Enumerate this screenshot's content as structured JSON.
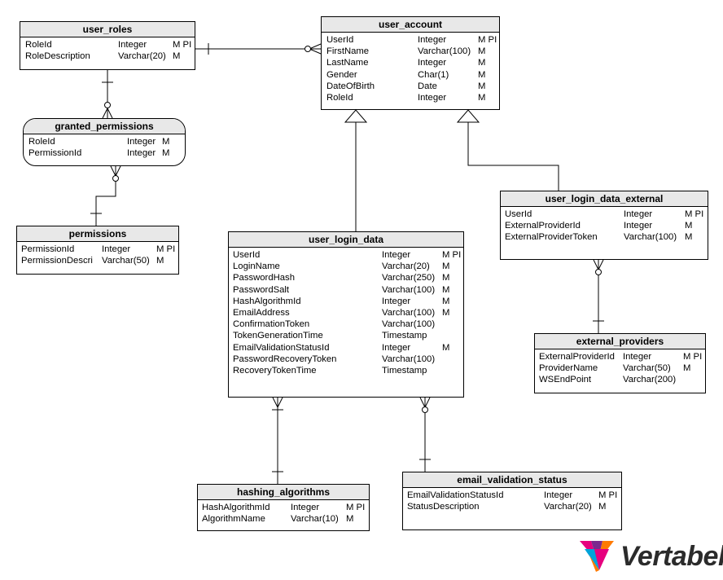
{
  "entities": {
    "user_roles": {
      "title": "user_roles",
      "rows": [
        {
          "name": "RoleId",
          "type": "Integer",
          "flags": "M PI"
        },
        {
          "name": "RoleDescription",
          "type": "Varchar(20)",
          "flags": "M"
        }
      ]
    },
    "user_account": {
      "title": "user_account",
      "rows": [
        {
          "name": "UserId",
          "type": "Integer",
          "flags": "M PI"
        },
        {
          "name": "FirstName",
          "type": "Varchar(100)",
          "flags": "M"
        },
        {
          "name": "LastName",
          "type": "Integer",
          "flags": "M"
        },
        {
          "name": "Gender",
          "type": "Char(1)",
          "flags": "M"
        },
        {
          "name": "DateOfBirth",
          "type": "Date",
          "flags": "M"
        },
        {
          "name": "RoleId",
          "type": "Integer",
          "flags": "M"
        }
      ]
    },
    "granted_permissions": {
      "title": "granted_permissions",
      "rows": [
        {
          "name": "RoleId",
          "type": "Integer",
          "flags": "M"
        },
        {
          "name": "PermissionId",
          "type": "Integer",
          "flags": "M"
        }
      ]
    },
    "permissions": {
      "title": "permissions",
      "rows": [
        {
          "name": "PermissionId",
          "type": "Integer",
          "flags": "M PI"
        },
        {
          "name": "PermissionDescri",
          "type": "Varchar(50)",
          "flags": "M"
        }
      ]
    },
    "user_login_data": {
      "title": "user_login_data",
      "rows": [
        {
          "name": "UserId",
          "type": "Integer",
          "flags": "M PI"
        },
        {
          "name": "LoginName",
          "type": "Varchar(20)",
          "flags": "M"
        },
        {
          "name": "PasswordHash",
          "type": "Varchar(250)",
          "flags": "M"
        },
        {
          "name": "PasswordSalt",
          "type": "Varchar(100)",
          "flags": "M"
        },
        {
          "name": "HashAlgorithmId",
          "type": "Integer",
          "flags": "M"
        },
        {
          "name": "EmailAddress",
          "type": "Varchar(100)",
          "flags": "M"
        },
        {
          "name": "ConfirmationToken",
          "type": "Varchar(100)",
          "flags": ""
        },
        {
          "name": "TokenGenerationTime",
          "type": "Timestamp",
          "flags": ""
        },
        {
          "name": "EmailValidationStatusId",
          "type": "Integer",
          "flags": "M"
        },
        {
          "name": "PasswordRecoveryToken",
          "type": "Varchar(100)",
          "flags": ""
        },
        {
          "name": "RecoveryTokenTime",
          "type": "Timestamp",
          "flags": ""
        }
      ]
    },
    "user_login_data_external": {
      "title": "user_login_data_external",
      "rows": [
        {
          "name": "UserId",
          "type": "Integer",
          "flags": "M PI"
        },
        {
          "name": "ExternalProviderId",
          "type": "Integer",
          "flags": "M"
        },
        {
          "name": "ExternalProviderToken",
          "type": "Varchar(100)",
          "flags": "M"
        }
      ]
    },
    "external_providers": {
      "title": "external_providers",
      "rows": [
        {
          "name": "ExternalProviderId",
          "type": "Integer",
          "flags": "M PI"
        },
        {
          "name": "ProviderName",
          "type": "Varchar(50)",
          "flags": "M"
        },
        {
          "name": "WSEndPoint",
          "type": "Varchar(200)",
          "flags": ""
        }
      ]
    },
    "hashing_algorithms": {
      "title": "hashing_algorithms",
      "rows": [
        {
          "name": "HashAlgorithmId",
          "type": "Integer",
          "flags": "M PI"
        },
        {
          "name": "AlgorithmName",
          "type": "Varchar(10)",
          "flags": "M"
        }
      ]
    },
    "email_validation_status": {
      "title": "email_validation_status",
      "rows": [
        {
          "name": "EmailValidationStatusId",
          "type": "Integer",
          "flags": "M PI"
        },
        {
          "name": "StatusDescription",
          "type": "Varchar(20)",
          "flags": "M"
        }
      ]
    }
  },
  "brand": {
    "name": "Vertabelo",
    "colors": [
      "#e6007e",
      "#7b2a8e",
      "#ff7a00",
      "#00a3d9",
      "#2b2b2b"
    ]
  }
}
